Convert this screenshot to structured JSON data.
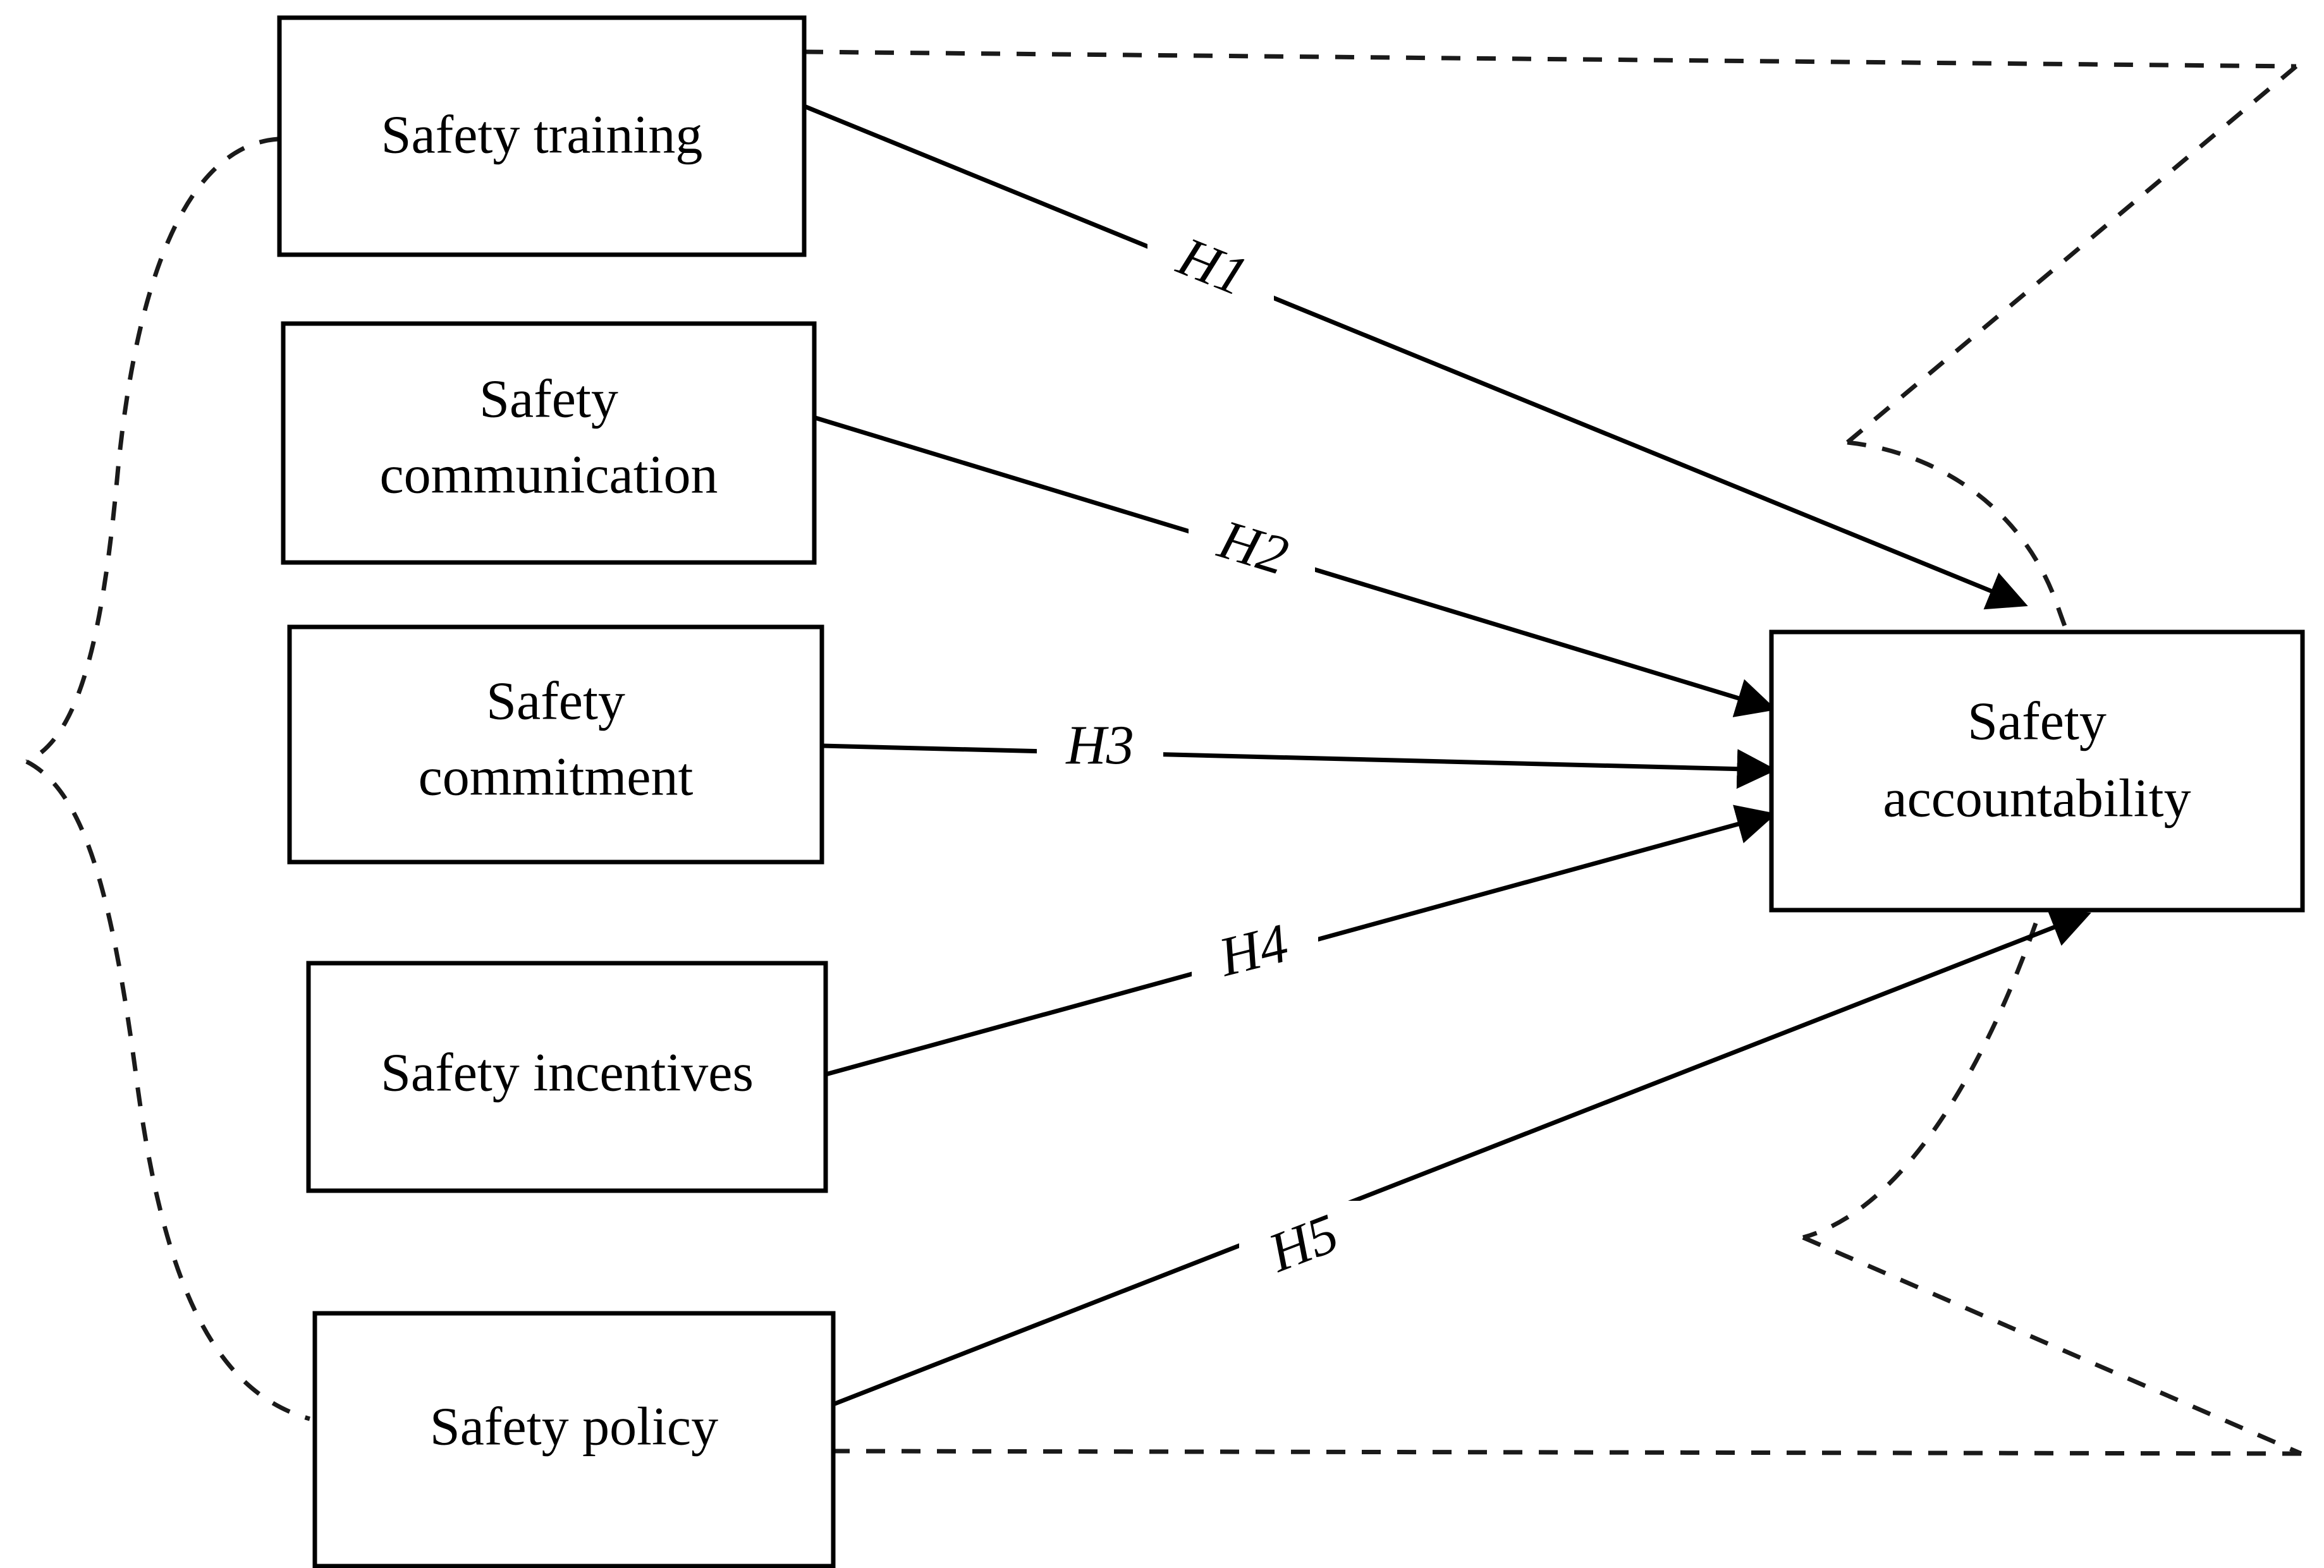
{
  "figure": {
    "type": "conceptual-research-model-diagram",
    "orientation": "left-to-right",
    "background_color": "#ffffff",
    "line_color": "#000000",
    "dashed_bracket_color": "#1a1a1a"
  },
  "predictor_nodes": [
    {
      "id": "safety-training",
      "label": "Safety training",
      "lines": [
        "Safety training"
      ]
    },
    {
      "id": "safety-communication",
      "label": "Safety communication",
      "lines": [
        "Safety",
        "communication"
      ]
    },
    {
      "id": "safety-commitment",
      "label": "Safety commitment",
      "lines": [
        "Safety",
        "commitment"
      ]
    },
    {
      "id": "safety-incentives",
      "label": "Safety incentives",
      "lines": [
        "Safety incentives"
      ]
    },
    {
      "id": "safety-policy",
      "label": "Safety policy",
      "lines": [
        "Safety policy"
      ]
    }
  ],
  "outcome_node": {
    "id": "safety-accountability",
    "label": "Safety accountability",
    "lines": [
      "Safety",
      "accountability"
    ]
  },
  "hypotheses": [
    {
      "id": "H1",
      "label": "H1",
      "from": "safety-training",
      "to": "safety-accountability",
      "style": "solid-arrow"
    },
    {
      "id": "H2",
      "label": "H2",
      "from": "safety-communication",
      "to": "safety-accountability",
      "style": "solid-arrow"
    },
    {
      "id": "H3",
      "label": "H3",
      "from": "safety-commitment",
      "to": "safety-accountability",
      "style": "solid-arrow"
    },
    {
      "id": "H4",
      "label": "H4",
      "from": "safety-incentives",
      "to": "safety-accountability",
      "style": "solid-arrow"
    },
    {
      "id": "H5",
      "label": "H5",
      "from": "safety-policy",
      "to": "safety-accountability",
      "style": "solid-arrow"
    }
  ],
  "brackets": [
    {
      "id": "left-bracket",
      "style": "dashed",
      "description": "dashed brace grouping the five predictor constructs on the left"
    },
    {
      "id": "right-bracket",
      "style": "dashed",
      "description": "dashed brace spanning from the predictor group to the outcome construct on the right"
    }
  ]
}
